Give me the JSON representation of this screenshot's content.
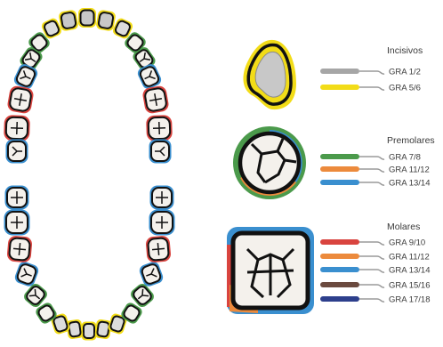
{
  "colors": {
    "yellow": "#f2dc18",
    "gray": "#a6a6a6",
    "green": "#4b9a4b",
    "orange": "#ec8a3c",
    "blue": "#3a8fcf",
    "red": "#d9443f",
    "brown": "#6b4a3f",
    "navy": "#2d3f8c",
    "outline": "#111111"
  },
  "groups": [
    {
      "id": "incisivos",
      "title": "Incisivos",
      "curettes": [
        {
          "label": "GRA 1/2",
          "color": "gray"
        },
        {
          "label": "GRA 5/6",
          "color": "yellow"
        }
      ]
    },
    {
      "id": "premolares",
      "title": "Premolares",
      "curettes": [
        {
          "label": "GRA 7/8",
          "color": "green"
        },
        {
          "label": "GRA 11/12",
          "color": "orange"
        },
        {
          "label": "GRA 13/14",
          "color": "blue"
        }
      ]
    },
    {
      "id": "molares",
      "title": "Molares",
      "curettes": [
        {
          "label": "GRA 9/10",
          "color": "red"
        },
        {
          "label": "GRA 11/12",
          "color": "orange"
        },
        {
          "label": "GRA 13/14",
          "color": "blue"
        },
        {
          "label": "GRA 15/16",
          "color": "brown"
        },
        {
          "label": "GRA 17/18",
          "color": "navy"
        }
      ]
    }
  ]
}
